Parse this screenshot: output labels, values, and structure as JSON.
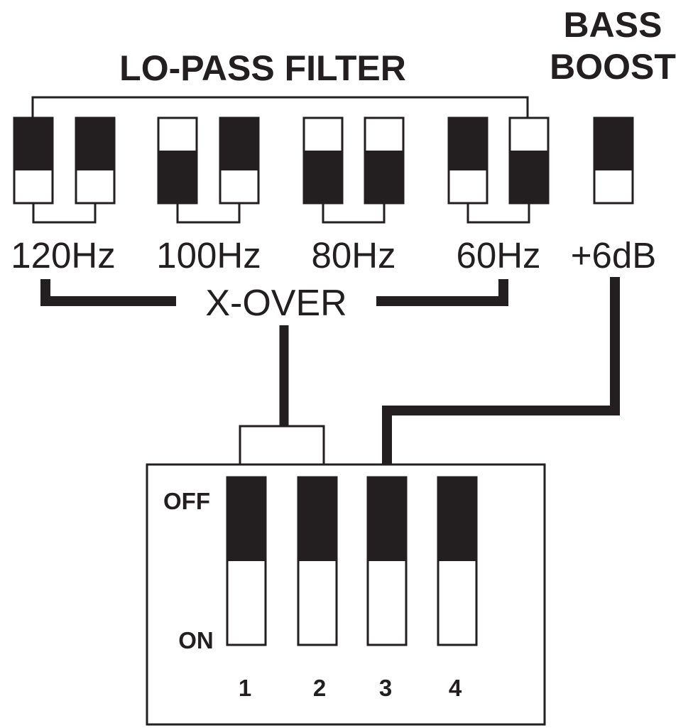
{
  "headings": {
    "lo_pass_filter": "LO-PASS FILTER",
    "bass_boost_line1": "BASS",
    "bass_boost_line2": "BOOST"
  },
  "settings": [
    {
      "label": "120Hz",
      "switches": [
        "down",
        "down"
      ]
    },
    {
      "label": "100Hz",
      "switches": [
        "up",
        "down"
      ]
    },
    {
      "label": "80Hz",
      "switches": [
        "up",
        "up"
      ]
    },
    {
      "label": "60Hz",
      "switches": [
        "down",
        "up"
      ]
    },
    {
      "label": "+6dB",
      "switches": [
        "down"
      ]
    }
  ],
  "xover_label": "X-OVER",
  "dip_block": {
    "off_label": "OFF",
    "on_label": "ON",
    "switch_numbers": [
      "1",
      "2",
      "3",
      "4"
    ]
  },
  "colors": {
    "ink": "#231f20",
    "paper": "#ffffff"
  }
}
